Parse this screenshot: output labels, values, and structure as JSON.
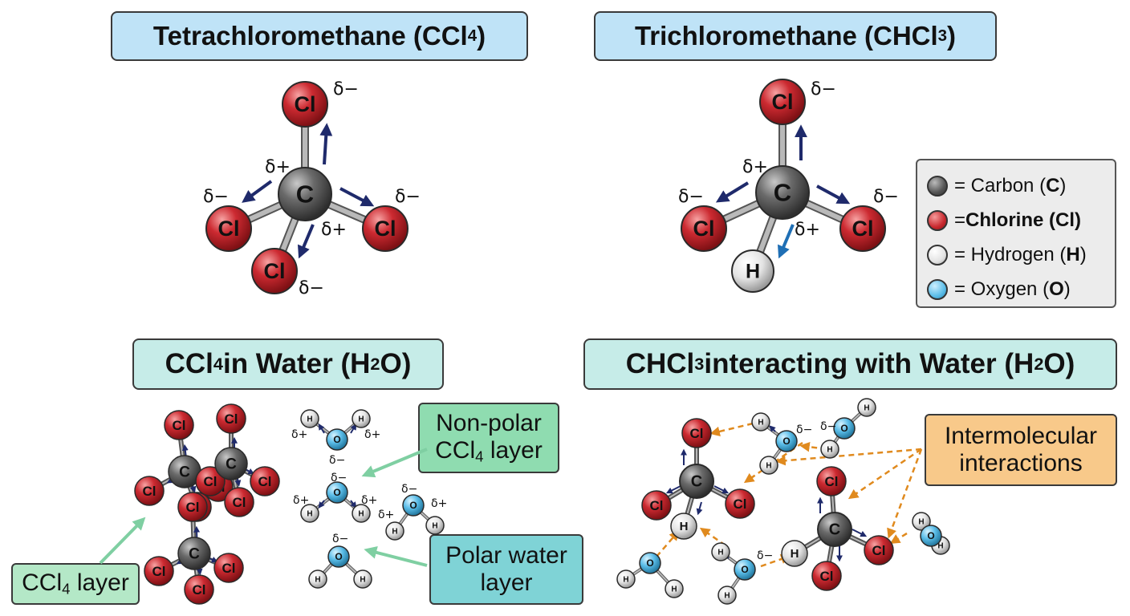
{
  "panels": {
    "top_left_title": {
      "main": "Tetrachloromethane (CCl",
      "sub": "4",
      "tail": ")"
    },
    "top_right_title": {
      "main": "Trichloromethane (CHCl",
      "sub": "3",
      "tail": ")"
    },
    "bottom_left_title": {
      "pre": "CCl",
      "sub1": "4",
      "mid": " in Water (H",
      "sub2": "2",
      "tail": "O)"
    },
    "bottom_right_title": {
      "pre": "CHCl",
      "sub1": "3",
      "mid": " interacting with Water (H",
      "sub2": "2",
      "tail": "O)"
    }
  },
  "legend": {
    "carbon": {
      "pre": "= Carbon (",
      "sym": "C",
      "post": ")"
    },
    "chlorine": {
      "pre": "= ",
      "bold": "Chlorine (Cl)"
    },
    "hydrogen": {
      "pre": "= Hydrogen (",
      "sym": "H",
      "post": ")"
    },
    "oxygen": {
      "pre": "= Oxygen (",
      "sym": "O",
      "post": ")"
    }
  },
  "callouts": {
    "nonpolar": {
      "line1": "Non-polar",
      "line2_pre": "CCl",
      "line2_sub": "4",
      "line2_post": " layer"
    },
    "polar": {
      "line1": "Polar water",
      "line2": "layer"
    },
    "ccl4_layer": {
      "pre": "CCl",
      "sub": "4",
      "post": " layer"
    },
    "intermolecular": {
      "line1": "Intermolecular",
      "line2": "interactions"
    }
  },
  "atom_labels": {
    "C": "C",
    "Cl": "Cl",
    "H": "H",
    "O": "O"
  },
  "charges": {
    "neg": "δ−",
    "pos": "δ+"
  },
  "colors": {
    "carbon": "#5a5a5a",
    "chlorine": "#c8282e",
    "hydrogen": "#e8e8e8",
    "oxygen": "#5bbde8",
    "dipole_arrow": "#1f2a6b",
    "blue_arrow": "#1f6fb5",
    "interaction_arrow": "#e08a1e",
    "callout_arrow": "#7fcfa2",
    "title_blue": "#bfe3f7",
    "title_teal": "#c6ece8",
    "nonpolar_fill": "#8fdcb0",
    "polar_fill": "#7fd3d6",
    "ccl4_layer_fill": "#b4e8c7",
    "intermolecular_fill": "#f8c98a"
  }
}
